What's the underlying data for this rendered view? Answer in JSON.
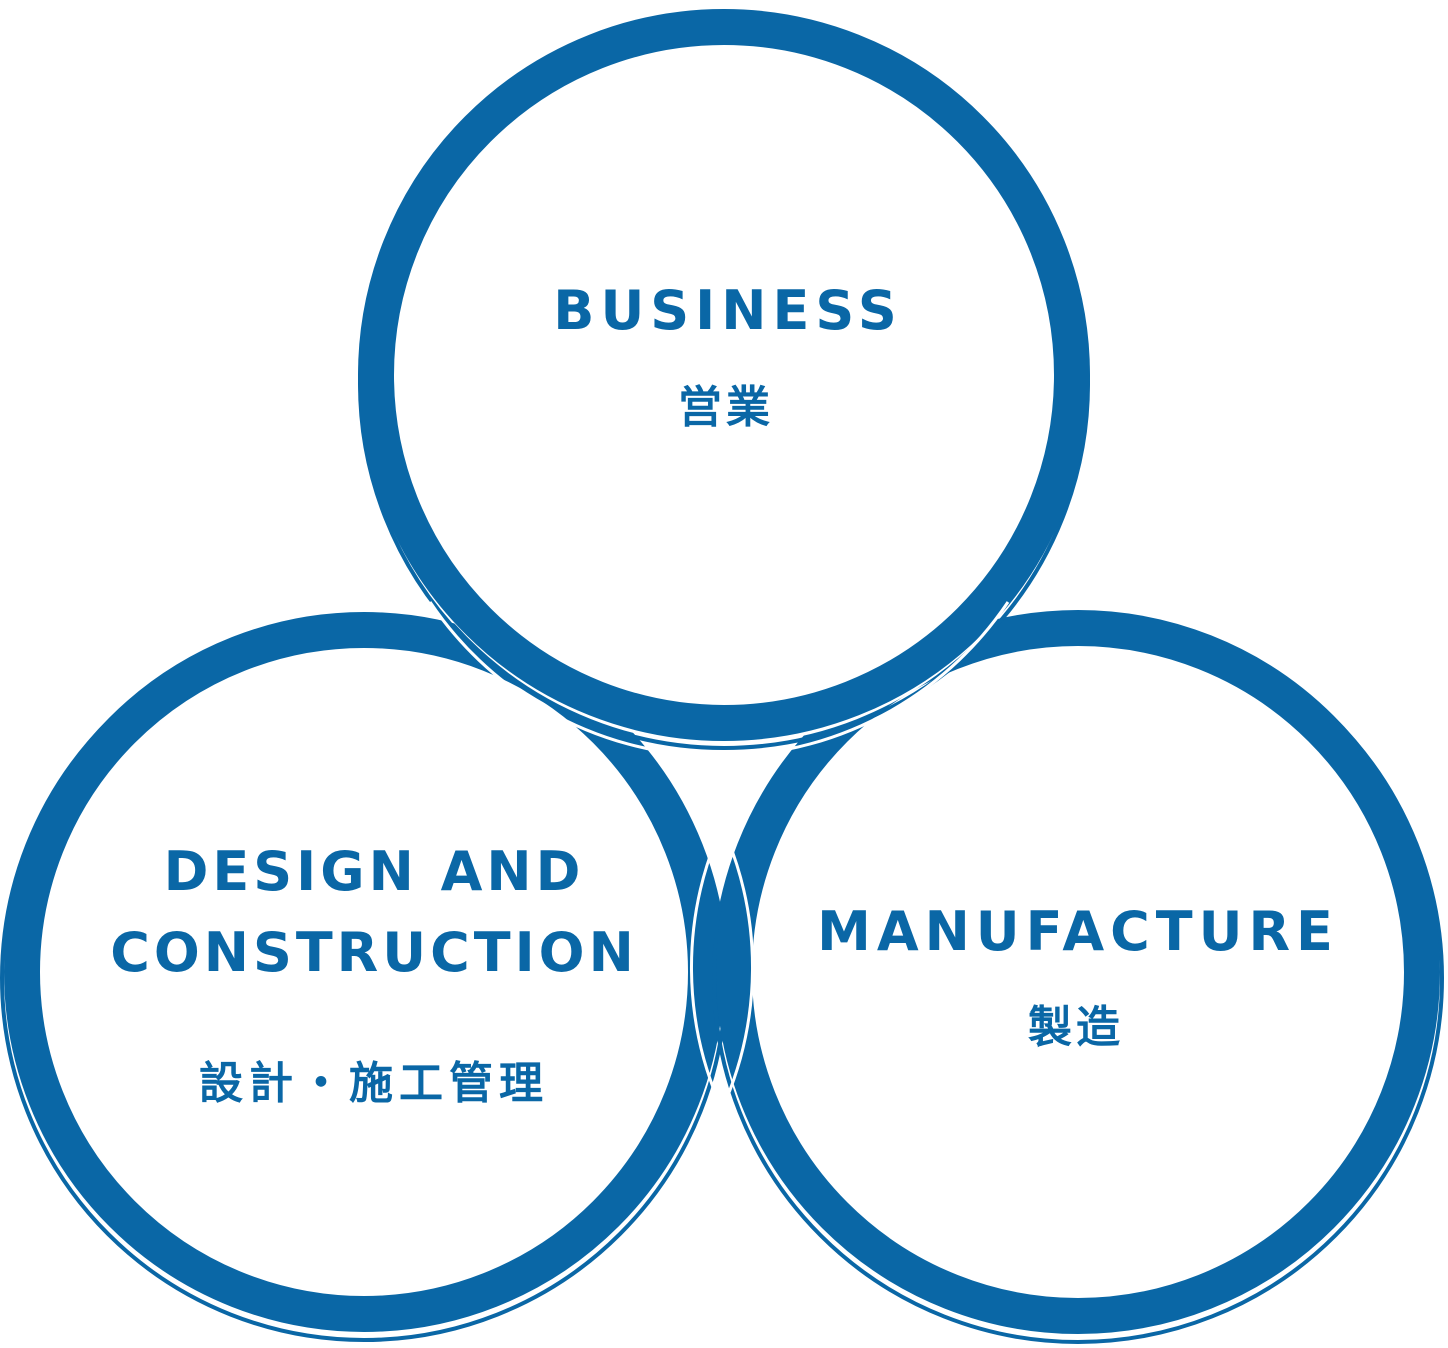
{
  "accent_color": "#0a67a6",
  "circles": [
    {
      "id": "business",
      "title_lines": [
        "BUSINESS"
      ],
      "subtitle": "営業"
    },
    {
      "id": "design",
      "title_lines": [
        "DESIGN AND",
        "CONSTRUCTION"
      ],
      "subtitle": "設計・施工管理"
    },
    {
      "id": "manufacture",
      "title_lines": [
        "MANUFACTURE"
      ],
      "subtitle": "製造"
    }
  ]
}
